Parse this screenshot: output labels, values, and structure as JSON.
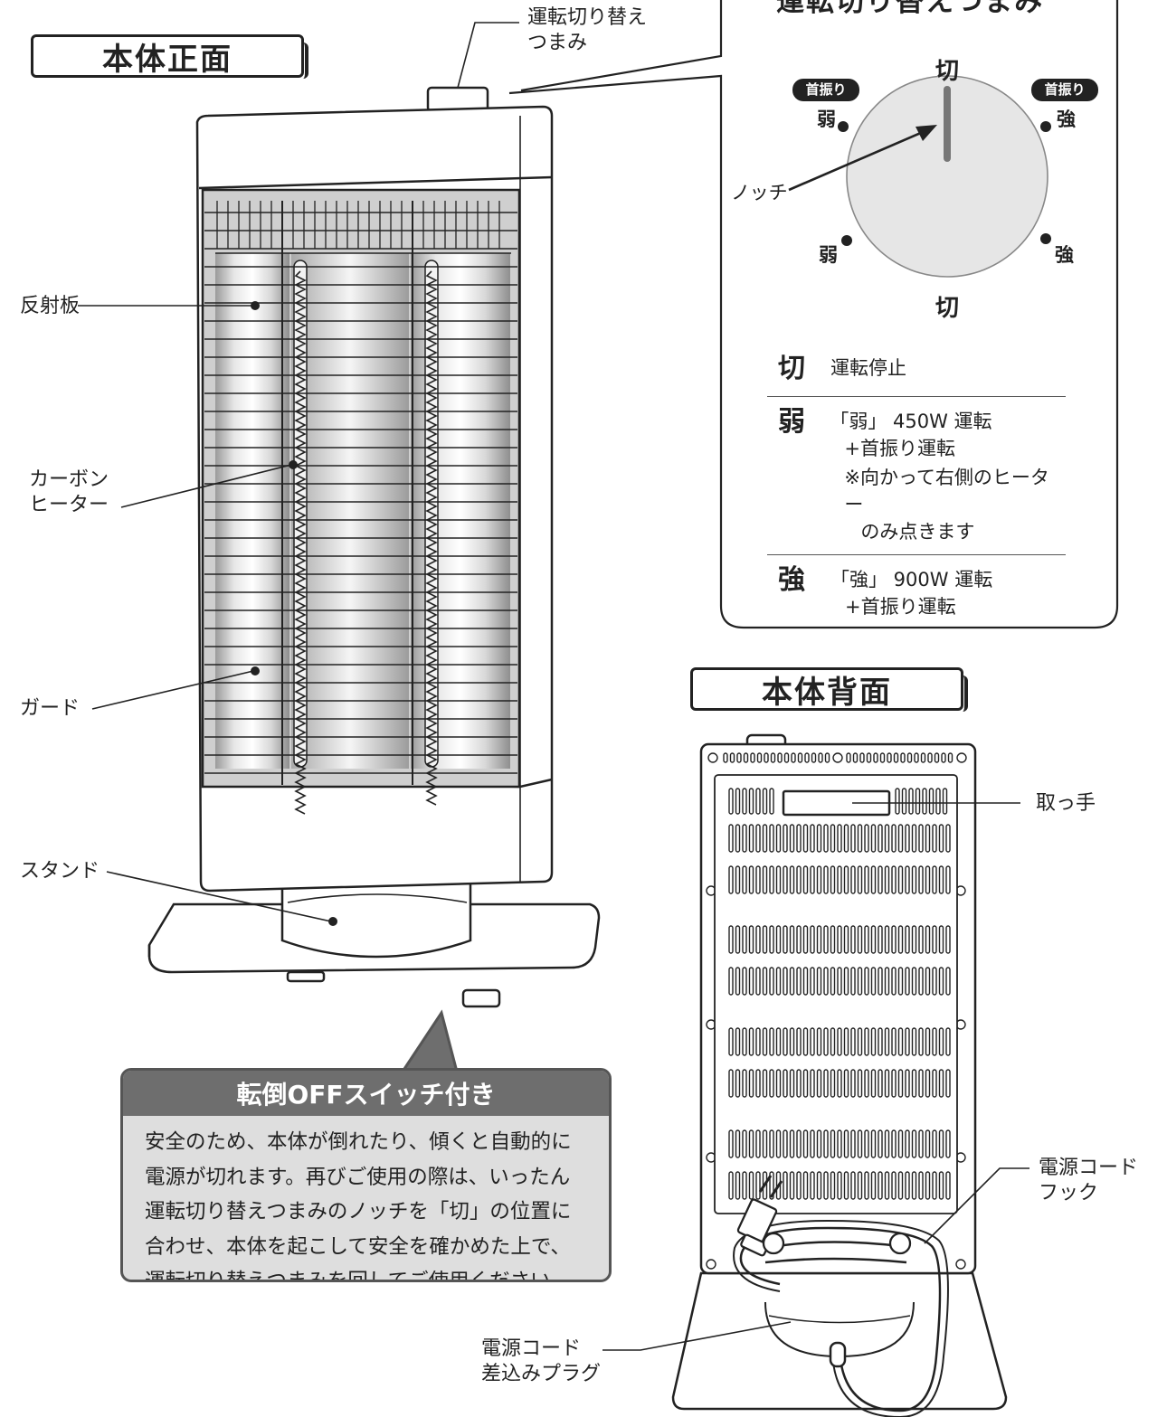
{
  "front": {
    "title": "本体正面",
    "labels": {
      "knob": "運転切り替え\nつまみ",
      "reflector": "反射板",
      "carbon_heater": "カーボン\nヒーター",
      "guard": "ガード",
      "stand": "スタンド"
    }
  },
  "knob_panel": {
    "title": "運転切り替えつまみ",
    "dial_labels": {
      "top_off": "切",
      "bottom_off": "切",
      "upper_left": "弱",
      "upper_right": "強",
      "lower_left": "弱",
      "lower_right": "強",
      "upper_left_badge": "首振り",
      "upper_right_badge": "首振り",
      "notch": "ノッチ"
    },
    "modes": [
      {
        "key": "切",
        "lines": [
          "運転停止"
        ]
      },
      {
        "key": "弱",
        "lines": [
          "「弱」 450W 運転",
          "+首振り運転"
        ],
        "note": [
          "※向かって右側のヒーター",
          "のみ点きます"
        ]
      },
      {
        "key": "強",
        "lines": [
          "「強」 900W 運転",
          "+首振り運転"
        ]
      }
    ]
  },
  "back": {
    "title": "本体背面",
    "labels": {
      "handle": "取っ手",
      "cord_hook": "電源コード\nフック",
      "plug": "電源コード\n差込みプラグ"
    }
  },
  "safety": {
    "heading": "転倒OFFスイッチ付き",
    "lines": [
      "安全のため、本体が倒れたり、傾くと自動的に",
      "電源が切れます。再びご使用の際は、いったん",
      "運転切り替えつまみのノッチを「切」の位置に",
      "合わせ、本体を起こして安全を確かめた上で、",
      "運転切り替えつまみを回してご使用ください。"
    ]
  }
}
